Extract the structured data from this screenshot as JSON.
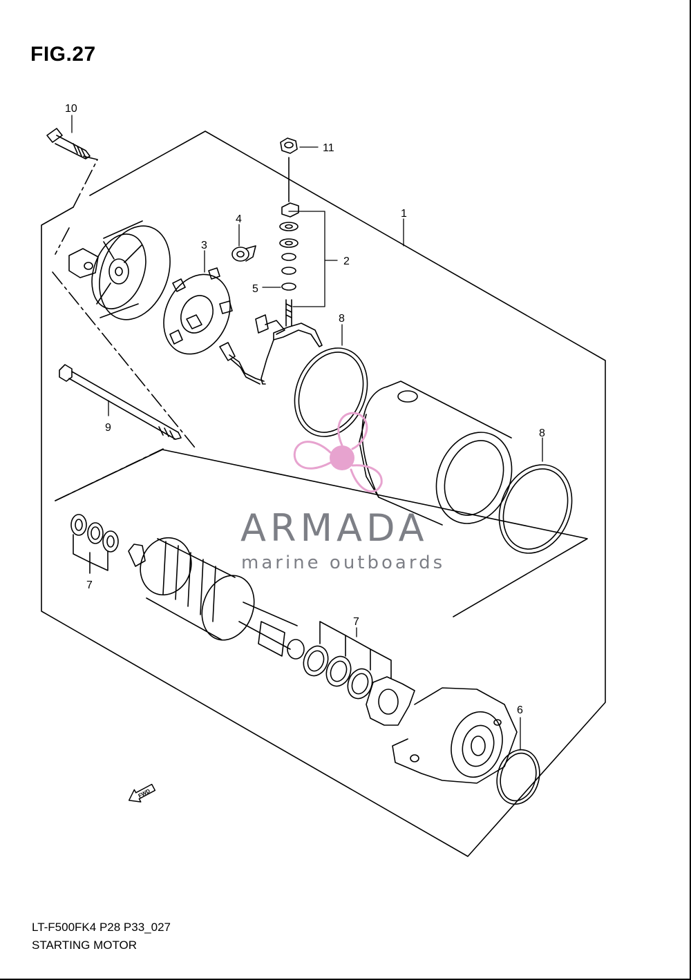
{
  "figure": {
    "title": "FIG.27"
  },
  "callouts": [
    {
      "id": "c10",
      "text": "10"
    },
    {
      "id": "c11",
      "text": "11"
    },
    {
      "id": "c1",
      "text": "1"
    },
    {
      "id": "c4",
      "text": "4"
    },
    {
      "id": "c3",
      "text": "3"
    },
    {
      "id": "c2",
      "text": "2"
    },
    {
      "id": "c5",
      "text": "5"
    },
    {
      "id": "c8a",
      "text": "8"
    },
    {
      "id": "c8b",
      "text": "8"
    },
    {
      "id": "c9",
      "text": "9"
    },
    {
      "id": "c7a",
      "text": "7"
    },
    {
      "id": "c7b",
      "text": "7"
    },
    {
      "id": "c6",
      "text": "6"
    }
  ],
  "direction_marker": {
    "label": "FWD",
    "icon": "fwd-arrow-icon"
  },
  "watermark": {
    "brand": "ARMADA",
    "tagline": "marine outboards",
    "logo_icon": "propeller-logo-icon",
    "colors": {
      "logo": "#e7a3cf",
      "text": "#7d7f86"
    }
  },
  "footer": {
    "code": "LT-F500FK4 P28 P33_027",
    "name": "STARTING MOTOR"
  }
}
